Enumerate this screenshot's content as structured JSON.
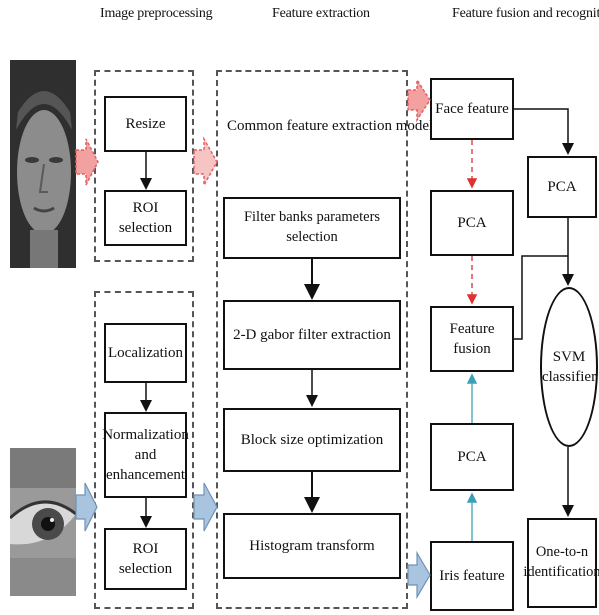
{
  "headers": {
    "preprocessing": "Image preprocessing",
    "extraction": "Feature extraction",
    "fusion": "Feature fusion and recognition"
  },
  "preprocessing": {
    "face_steps": [
      "Resize",
      "ROI selection"
    ],
    "iris_steps": [
      "Localization",
      "Normalization and enhancement",
      "ROI selection"
    ]
  },
  "extraction": {
    "model_label": "Common feature extraction model",
    "steps": [
      "Filter banks parameters selection",
      "2-D gabor filter extraction",
      "Block size optimization",
      "Histogram transform"
    ]
  },
  "fusion": {
    "face_feature": "Face feature",
    "pca_face": "PCA",
    "feature_fusion": "Feature fusion",
    "pca_iris": "PCA",
    "iris_feature": "Iris feature",
    "pca_right": "PCA",
    "svm_line1": "SVM",
    "svm_line2": "classifier",
    "identification_line1": "One-to-n",
    "identification_line2": "identification"
  },
  "colors": {
    "face_arrow": "#f2a0a0",
    "iris_arrow": "#a9c4de",
    "face_path": "#e03030",
    "iris_path": "#3aa0b8"
  },
  "icons": {
    "face_image": "face-photo",
    "eye_image": "eye-photo"
  }
}
